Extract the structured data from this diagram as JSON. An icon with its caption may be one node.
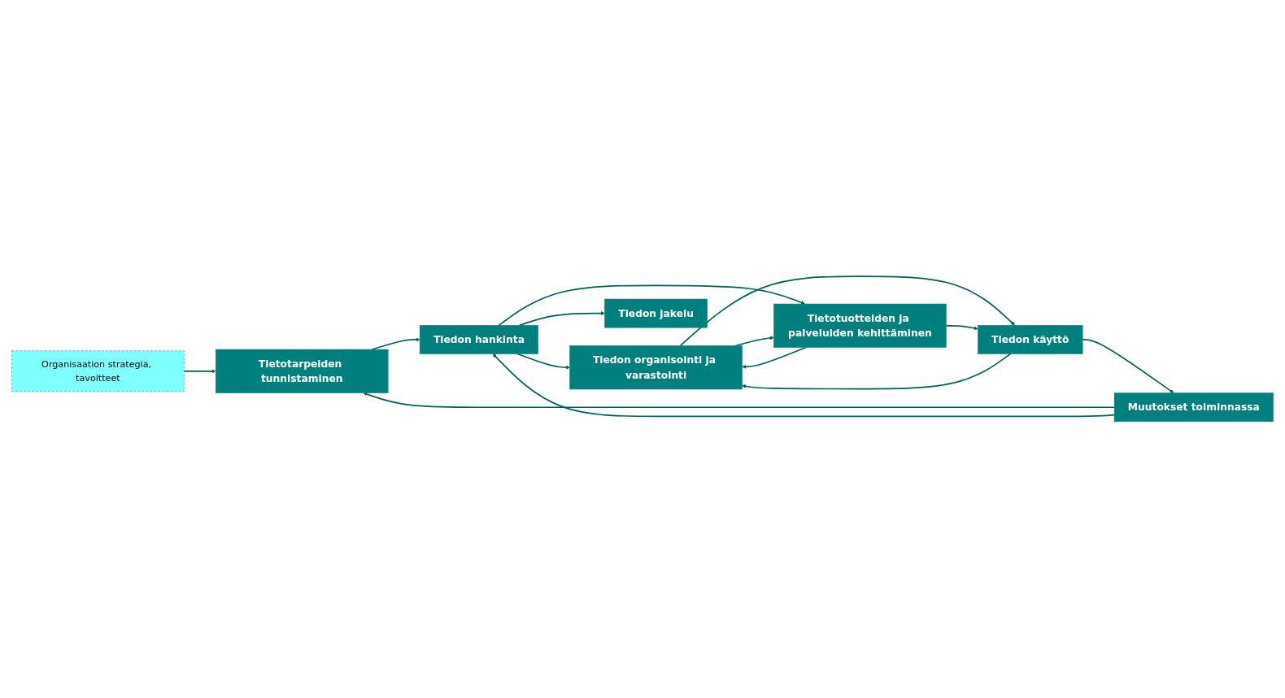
{
  "diagram": {
    "nodes": [
      {
        "text": [
          "Organisaation strategia, tavoitteet"
        ]
      },
      {
        "text": [
          "Tietotarpeiden tunnistaminen"
        ]
      },
      {
        "text": [
          "Tiedon hankinta"
        ]
      },
      {
        "text": [
          "Tiedon organisointi ja varastointi"
        ]
      },
      {
        "text": [
          "Tietotuotteiden ja palveluiden kehittäminen"
        ]
      },
      {
        "text": [
          "Tiedon jakelu"
        ]
      },
      {
        "text": [
          "Tiedon käyttö"
        ]
      },
      {
        "text": [
          "Muutokset toiminnassa"
        ]
      }
    ],
    "edges": [
      {
        "from": 0,
        "to": 1,
        "arrow": "to"
      },
      {
        "from": 1,
        "to": 2,
        "arrow": "to"
      },
      {
        "from": 2,
        "to": 3,
        "arrow": "to"
      },
      {
        "from": 2,
        "to": 4,
        "arrow": "to"
      },
      {
        "from": 2,
        "to": 5,
        "arrow": "to"
      },
      {
        "from": 3,
        "to": 4,
        "arrow": "to"
      },
      {
        "from": 4,
        "to": 3,
        "arrow": "to"
      },
      {
        "from": 3,
        "to": 6,
        "arrow": "to"
      },
      {
        "from": 6,
        "to": 3,
        "arrow": "to"
      },
      {
        "from": 4,
        "to": 6,
        "arrow": "to"
      },
      {
        "from": 6,
        "to": 7,
        "arrow": "to"
      },
      {
        "from": 7,
        "to": 1,
        "arrow": "to"
      },
      {
        "from": 7,
        "to": 2,
        "arrow": "to"
      }
    ]
  }
}
